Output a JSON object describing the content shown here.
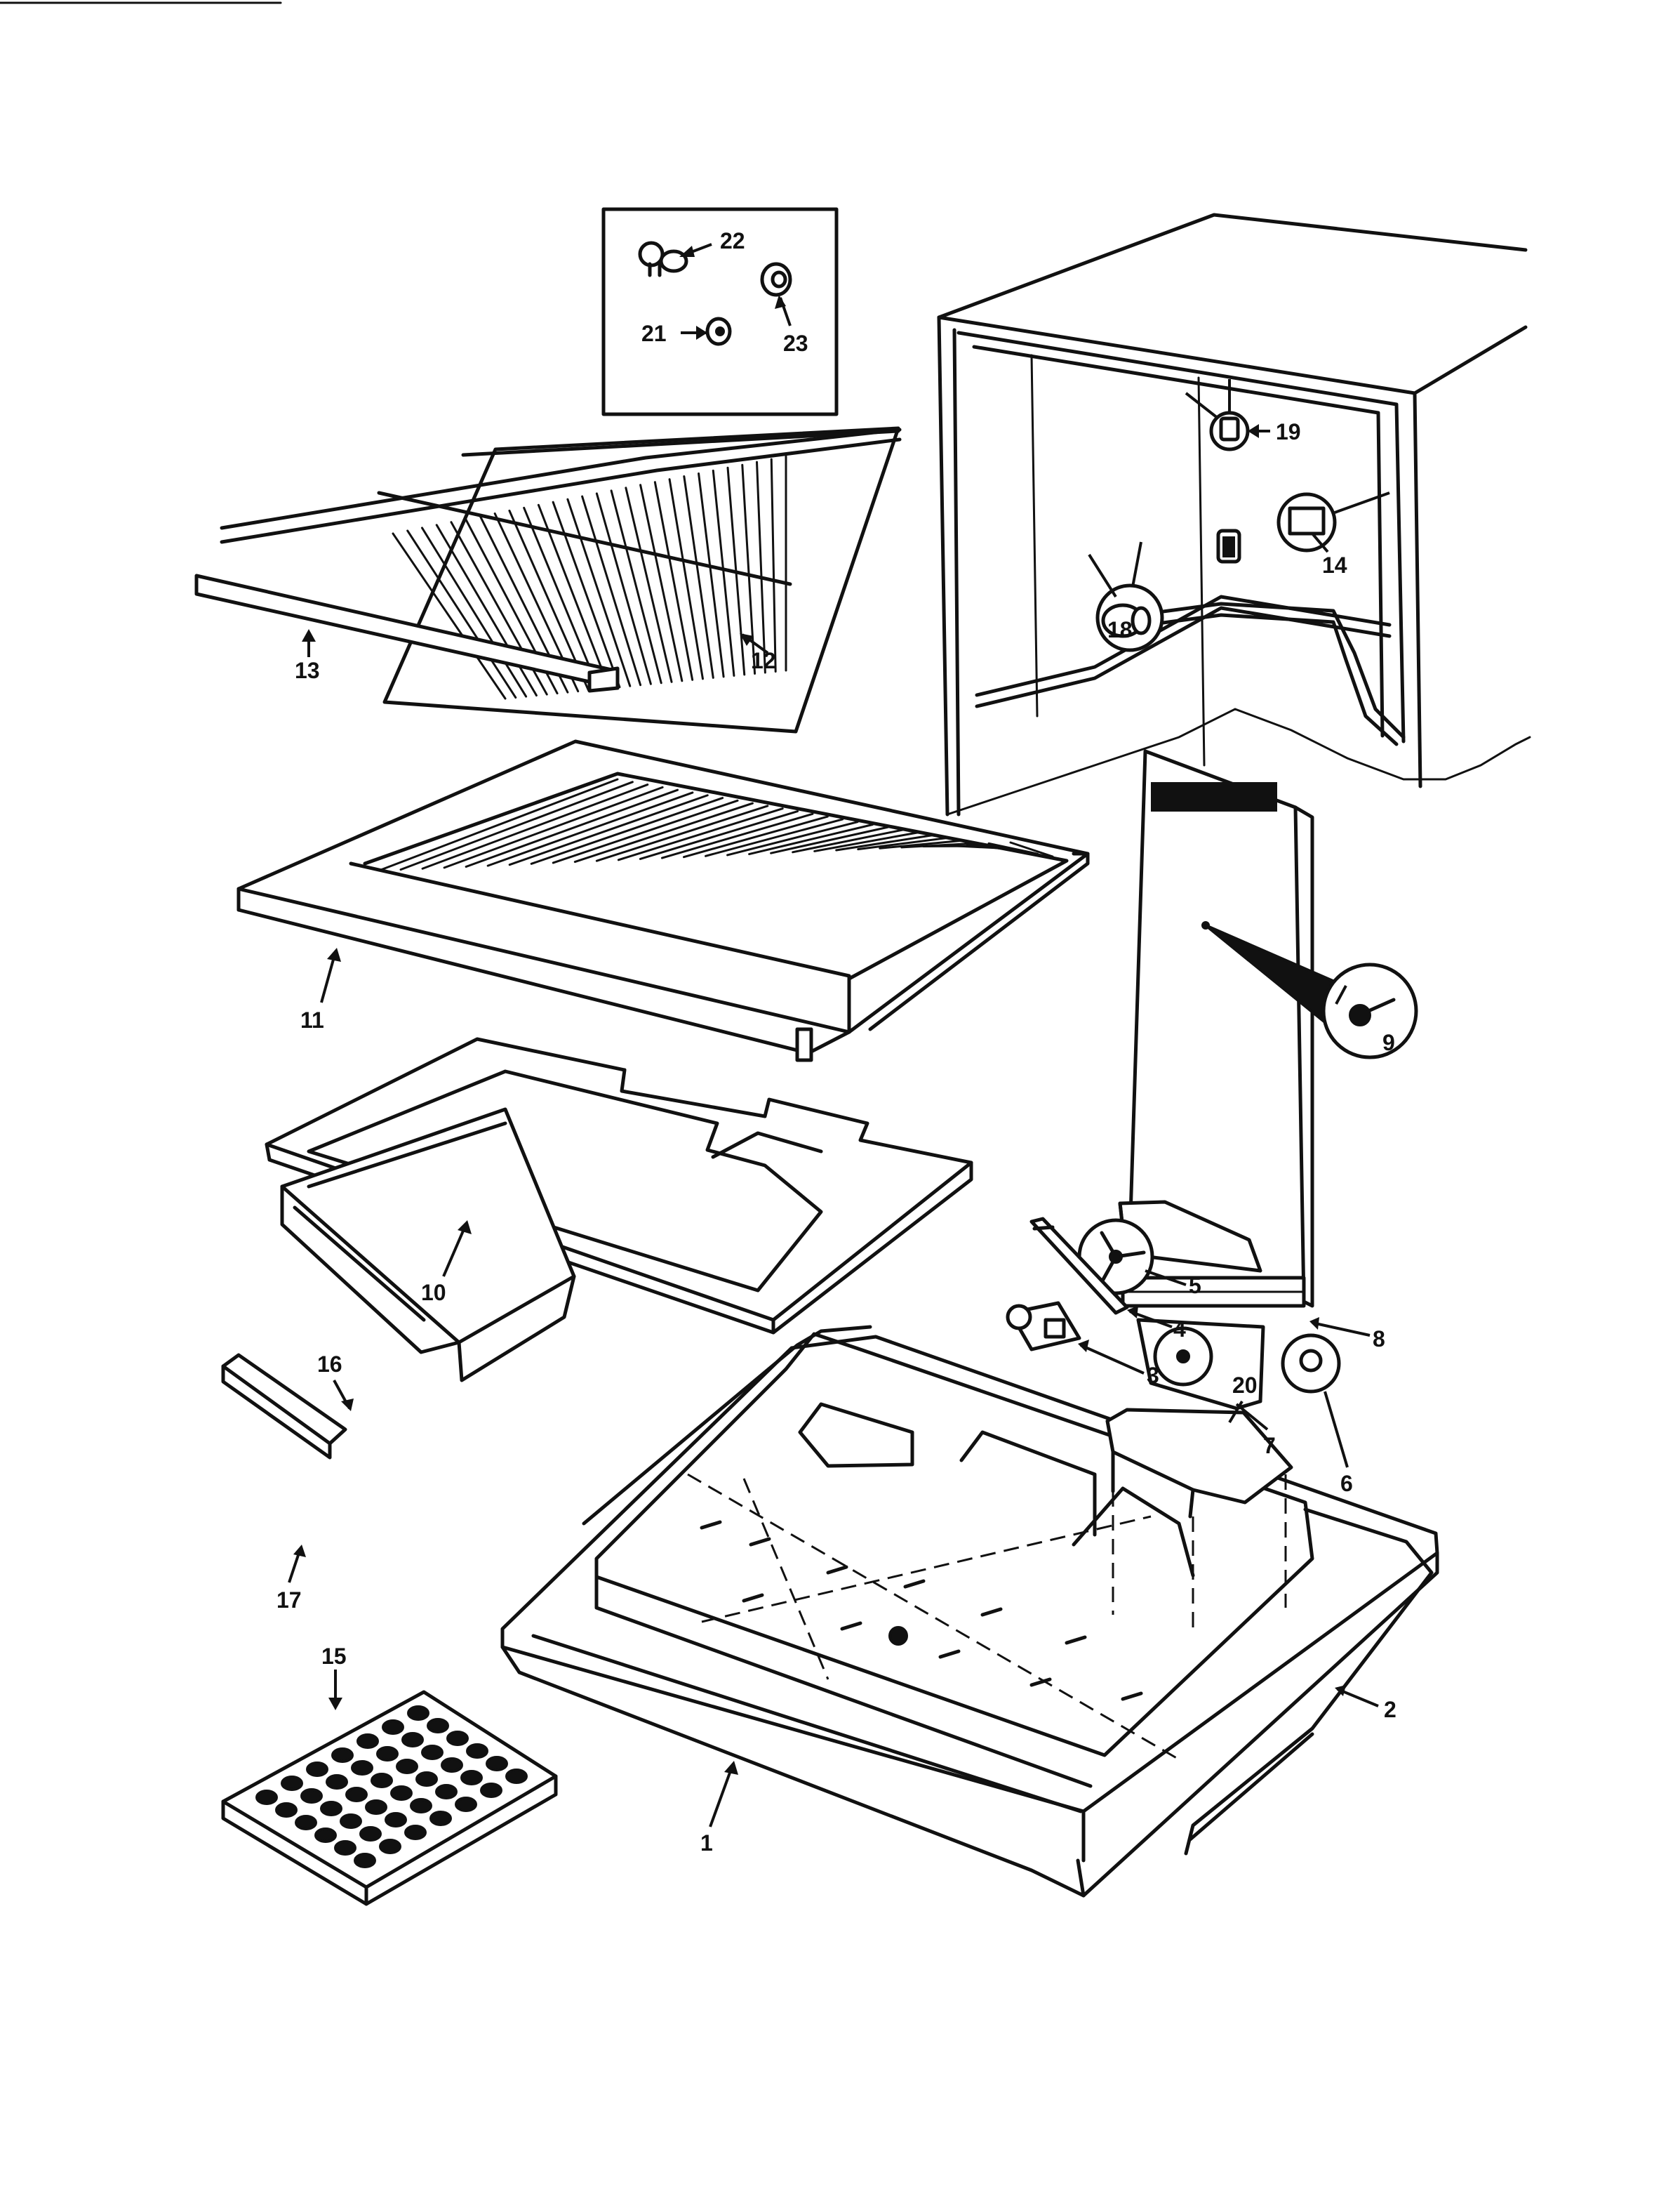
{
  "parts": [
    {
      "id": "1",
      "label": "1"
    },
    {
      "id": "2",
      "label": "2"
    },
    {
      "id": "3",
      "label": "3"
    },
    {
      "id": "4",
      "label": "4"
    },
    {
      "id": "5",
      "label": "5"
    },
    {
      "id": "6",
      "label": "6"
    },
    {
      "id": "7",
      "label": "7"
    },
    {
      "id": "8",
      "label": "8"
    },
    {
      "id": "9",
      "label": "9"
    },
    {
      "id": "10",
      "label": "10"
    },
    {
      "id": "11",
      "label": "11"
    },
    {
      "id": "12",
      "label": "12"
    },
    {
      "id": "13",
      "label": "13"
    },
    {
      "id": "14",
      "label": "14"
    },
    {
      "id": "15",
      "label": "15"
    },
    {
      "id": "16",
      "label": "16"
    },
    {
      "id": "17",
      "label": "17"
    },
    {
      "id": "18",
      "label": "18"
    },
    {
      "id": "19",
      "label": "19"
    },
    {
      "id": "20",
      "label": "20"
    },
    {
      "id": "21",
      "label": "21"
    },
    {
      "id": "22",
      "label": "22"
    },
    {
      "id": "23",
      "label": "23"
    }
  ]
}
